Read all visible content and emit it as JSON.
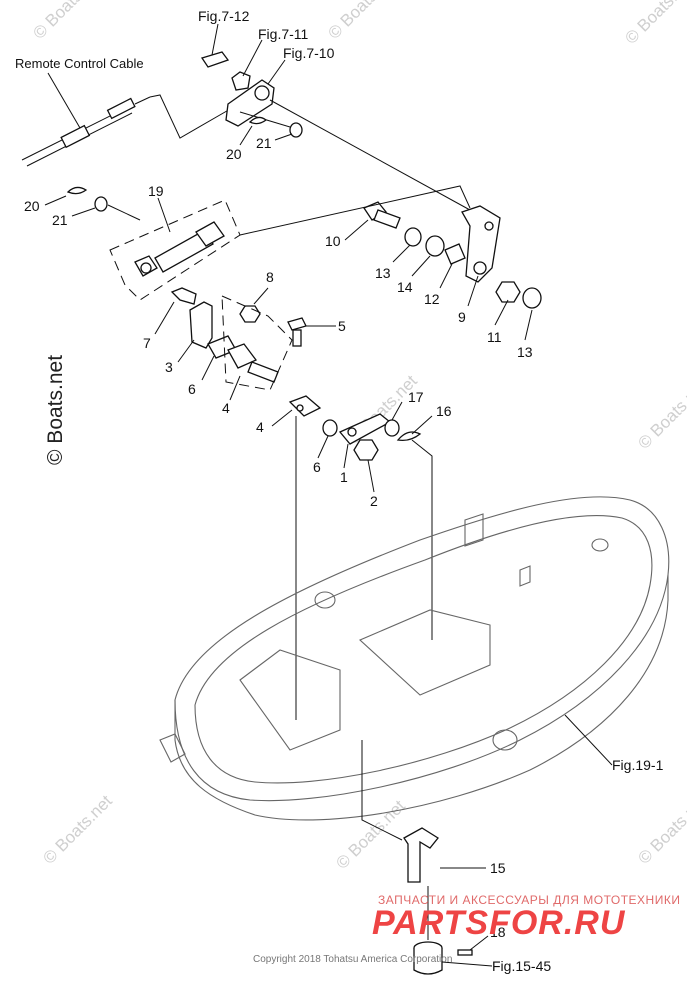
{
  "texts": {
    "remote_control_cable": "Remote Control Cable",
    "fig_7_12": "Fig.7-12",
    "fig_7_11": "Fig.7-11",
    "fig_7_10": "Fig.7-10",
    "fig_19_1": "Fig.19-1",
    "fig_15_45": "Fig.15-45",
    "copyright": "Copyright 2018 Tohatsu America Corporation",
    "brand_tagline": "ЗАПЧАСТИ И АКСЕССУАРЫ ДЛЯ МОТОТЕХНИКИ",
    "brand_logo": "PARTSFOR.RU",
    "watermark": "© Boats.net"
  },
  "callouts": {
    "c1": "1",
    "c2": "2",
    "c3": "3",
    "c4a": "4",
    "c4b": "4",
    "c5": "5",
    "c6a": "6",
    "c6b": "6",
    "c7": "7",
    "c8": "8",
    "c9": "9",
    "c10": "10",
    "c11": "11",
    "c12": "12",
    "c13a": "13",
    "c13b": "13",
    "c14": "14",
    "c15": "15",
    "c16": "16",
    "c17": "17",
    "c18": "18",
    "c19": "19",
    "c20a": "20",
    "c20b": "20",
    "c21a": "21",
    "c21b": "21"
  }
}
